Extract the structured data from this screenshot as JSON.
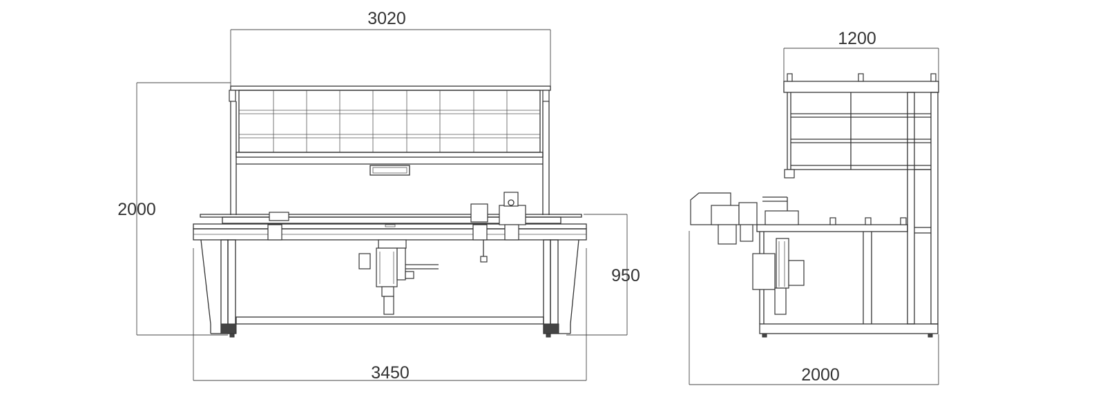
{
  "front_view": {
    "dim_top_width": "3020",
    "dim_height": "2000",
    "dim_table_height": "950",
    "dim_bottom_width": "3450"
  },
  "side_view": {
    "dim_top_width": "1200",
    "dim_bottom_width": "2000"
  },
  "colors": {
    "line": "#333333",
    "background": "#ffffff"
  }
}
